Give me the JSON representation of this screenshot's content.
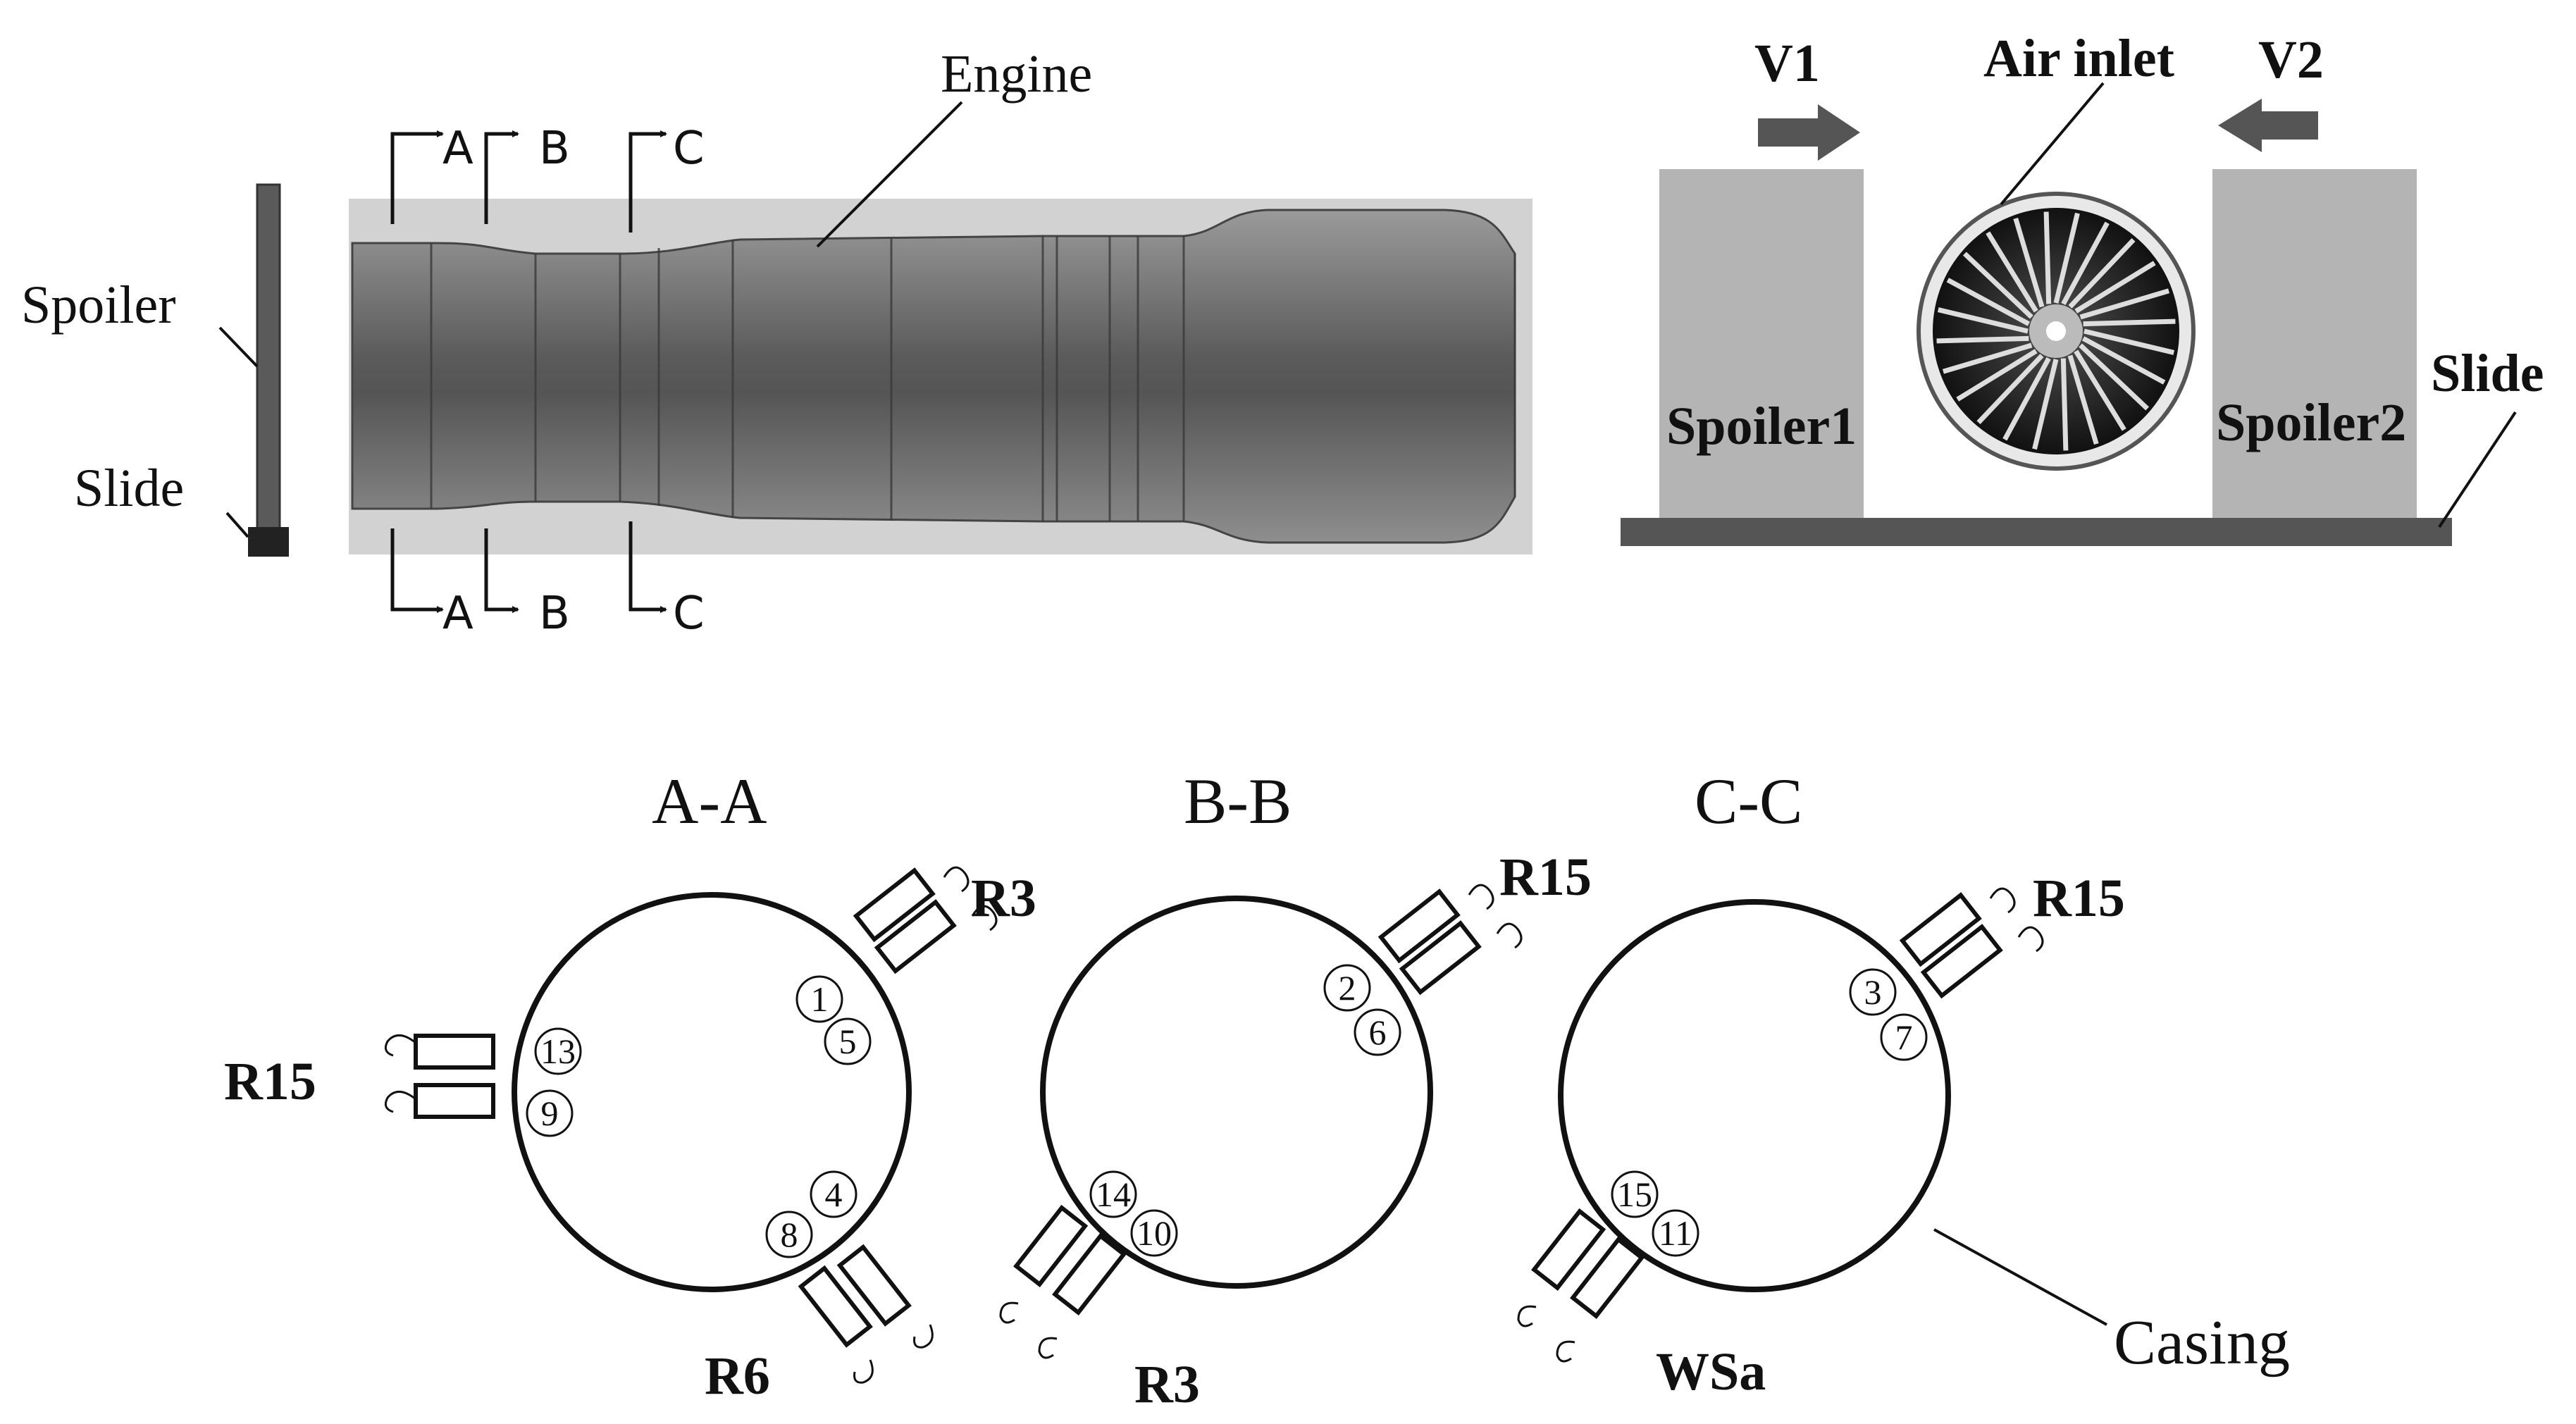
{
  "top_left": {
    "label_engine": "Engine",
    "label_spoiler": "Spoiler",
    "label_slide": "Slide",
    "cut_labels": [
      "A",
      "B",
      "C"
    ]
  },
  "top_right": {
    "label_v1": "V1",
    "label_v2": "V2",
    "label_air_inlet": "Air inlet",
    "label_spoiler1": "Spoiler1",
    "label_spoiler2": "Spoiler2",
    "label_slide": "Slide"
  },
  "sections": [
    {
      "title": "A-A",
      "sensor_labels": [
        "R3",
        "R15",
        "R6"
      ],
      "positions": [
        "1",
        "5",
        "13",
        "9",
        "4",
        "8"
      ]
    },
    {
      "title": "B-B",
      "sensor_labels": [
        "R15",
        "R3"
      ],
      "positions": [
        "2",
        "6",
        "14",
        "10"
      ]
    },
    {
      "title": "C-C",
      "sensor_labels": [
        "R15",
        "WSa"
      ],
      "positions": [
        "3",
        "7",
        "15",
        "11"
      ],
      "casing_label": "Casing"
    }
  ],
  "colors": {
    "engine_body": "#6e6e6e",
    "spoiler_gray": "#b4b4b4",
    "arrow_gray": "#555555",
    "line": "#111111"
  }
}
